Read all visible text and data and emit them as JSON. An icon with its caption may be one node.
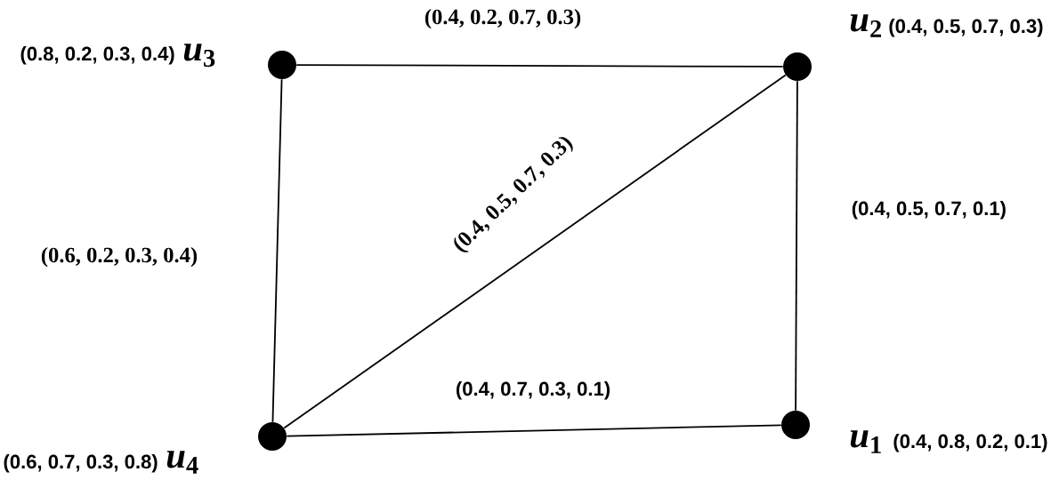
{
  "diagram": {
    "nodes": [
      {
        "text": [],
        "shape": "circle",
        "beside": [
          "(0.8, 0.2, 0.3, 0.4)",
          "*u*$_{3}$"
        ]
      },
      {
        "text": [],
        "shape": "circle",
        "beside": [
          "*u*$_{2}$",
          "(0.4, 0.5, 0.7, 0.3)"
        ]
      },
      {
        "text": [],
        "shape": "circle",
        "beside": [
          "(0.6, 0.7, 0.3, 0.8)",
          "*u*$_{4}$"
        ]
      },
      {
        "text": [],
        "shape": "circle",
        "beside": [
          "*u*$_{1}$",
          "(0.4, 0.8, 0.2, 0.1)"
        ]
      }
    ],
    "edges": [
      {
        "from": 0,
        "to": 1,
        "arrow": "none",
        "label": "(0.4, 0.2, 0.7, 0.3)"
      },
      {
        "from": 2,
        "to": 1,
        "arrow": "none",
        "label": "(0.4, 0.5, 0.7, 0.3)"
      },
      {
        "from": 1,
        "to": 3,
        "arrow": "none",
        "label": "(0.4, 0.5, 0.7, 0.1)"
      },
      {
        "from": 0,
        "to": 2,
        "arrow": "none",
        "label": "(0.6, 0.2, 0.3, 0.4)"
      },
      {
        "from": 2,
        "to": 3,
        "arrow": "none",
        "label": "(0.4, 0.7, 0.3, 0.1)"
      }
    ]
  }
}
